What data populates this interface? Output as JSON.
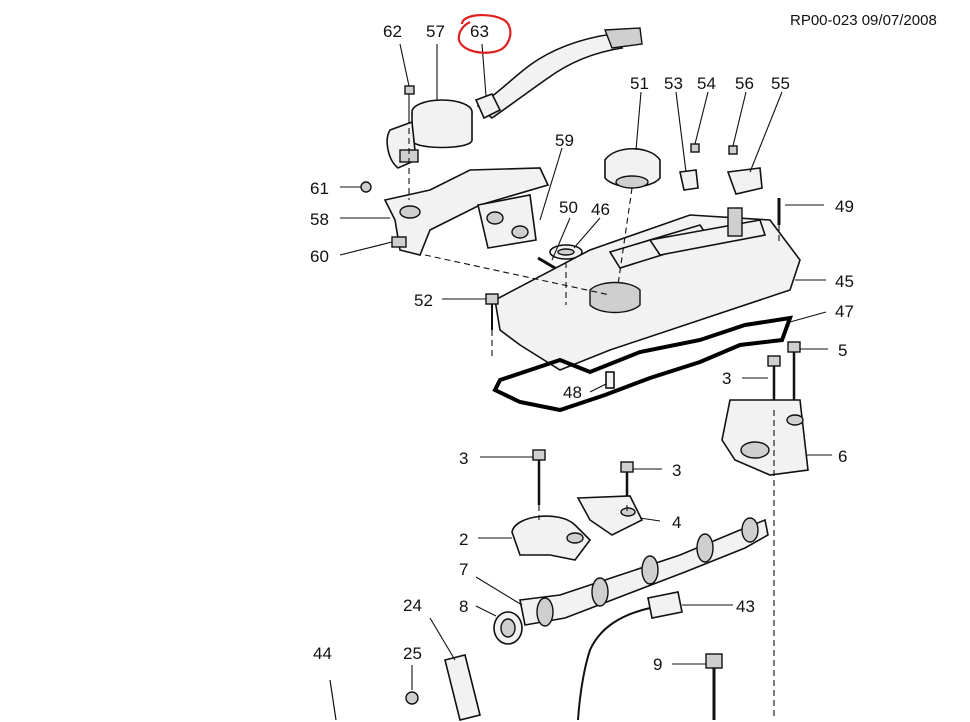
{
  "header": {
    "reference": "RP00-023 09/07/2008"
  },
  "callouts": {
    "c62": "62",
    "c57": "57",
    "c63": "63",
    "c51": "51",
    "c53": "53",
    "c54": "54",
    "c56": "56",
    "c55": "55",
    "c59": "59",
    "c61": "61",
    "c58": "58",
    "c60": "60",
    "c50": "50",
    "c46": "46",
    "c49": "49",
    "c45": "45",
    "c52": "52",
    "c47": "47",
    "c5": "5",
    "c3a": "3",
    "c48": "48",
    "c6": "6",
    "c3b": "3",
    "c3c": "3",
    "c2": "2",
    "c4": "4",
    "c7": "7",
    "c8": "8",
    "c43": "43",
    "c24": "24",
    "c44": "44",
    "c25": "25",
    "c9": "9"
  },
  "highlight": {
    "part": "63",
    "color": "#e02020"
  }
}
